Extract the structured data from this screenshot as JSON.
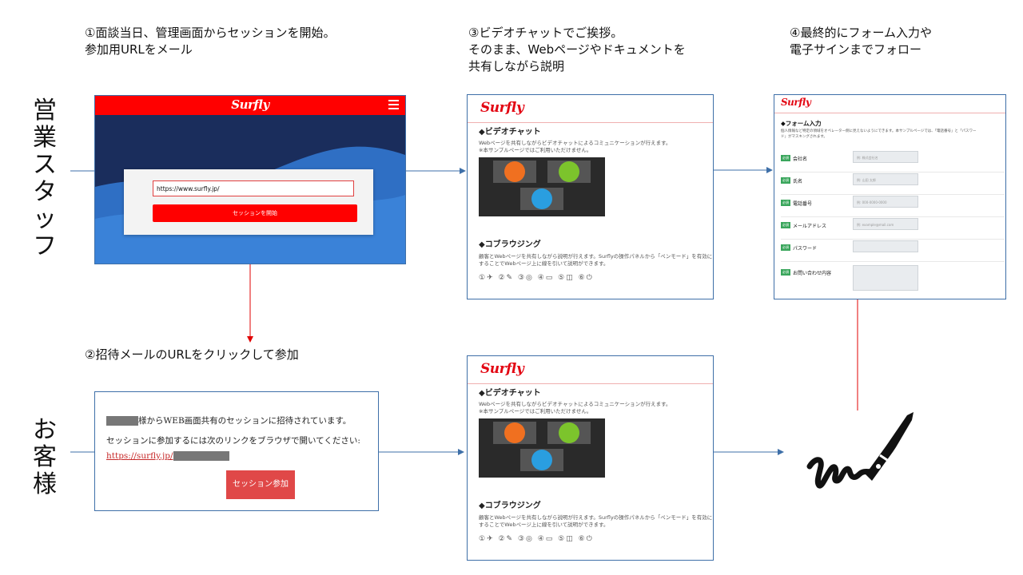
{
  "steps": {
    "step1": [
      "①面談当日、管理画面からセッションを開始。",
      "参加用URLをメール"
    ],
    "step2": "②招待メールのURLをクリックして参加",
    "step3": [
      "③ビデオチャットでご挨拶。",
      "そのまま、Webページやドキュメントを",
      "共有しながら説明"
    ],
    "step4": [
      "④最終的にフォーム入力や",
      "電子サインまでフォロー"
    ]
  },
  "roles": {
    "staff": [
      "営",
      "業",
      "ス",
      "タ",
      "ッ",
      "フ"
    ],
    "customer": [
      "お",
      "客",
      "様"
    ]
  },
  "panel1": {
    "logo": "Surfly",
    "url_value": "https://www.surfly.jp/",
    "start_button": "セッションを開始"
  },
  "content_panel": {
    "logo": "Surfly",
    "video_heading": "◆ビデオチャット",
    "video_desc": [
      "Webページを共有しながらビデオチャットによるコミュニケーションが行えます。",
      "※本サンプルページではご利用いただけません。"
    ],
    "cobrowse_heading": "◆コブラウジング",
    "cobrowse_desc": [
      "顧客とWebページを共有しながら説明が行えます。Surflyの操作パネルから「ペンモード」を有効に",
      "することでWebページ上に線を引いて説明ができます。"
    ],
    "tools": "①✈ ②✎ ③◎ ④▭ ⑤◫ ⑥⏻"
  },
  "form_panel": {
    "logo": "Surfly",
    "title": "◆フォーム入力",
    "desc": [
      "個人情報など特定の領域をオペレーター側に見えないようにできます。本サンプルページでは、「電話番号」と「パスワー",
      "ド」がマスキングされます。"
    ],
    "badge": "必須",
    "rows": [
      {
        "label": "会社名",
        "placeholder": "例: 株式会社名"
      },
      {
        "label": "氏名",
        "placeholder": "例: 山田 太郎"
      },
      {
        "label": "電話番号",
        "placeholder": "例: 000-0000-0000"
      },
      {
        "label": "メールアドレス",
        "placeholder": "例: example@mail.com"
      },
      {
        "label": "パスワード",
        "placeholder": ""
      },
      {
        "label": "お問い合わせ内容",
        "placeholder": ""
      }
    ]
  },
  "email_panel": {
    "line1": "様からWEB画面共有のセッションに招待されています。",
    "line2": "セッションに参加するには次のリンクをブラウザで開いてください:",
    "link": "https://surfly.jp/",
    "join_button": "セッション参加"
  },
  "colors": {
    "surfly_red": "#ff0000",
    "arrow_blue": "#3e6fa8",
    "arrow_red": "#e00000",
    "form_badge": "#3aa65c"
  },
  "icons": [
    "signature-pen-icon",
    "menu-icon",
    "user-avatar-icon"
  ]
}
